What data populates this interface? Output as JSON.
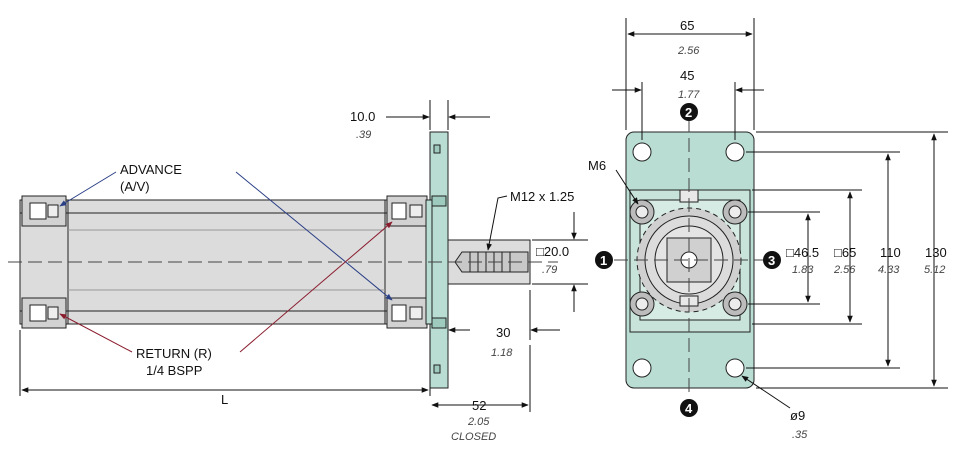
{
  "side_view": {
    "advance_label": "ADVANCE",
    "advance_sub": "(A/V)",
    "return_label": "RETURN (R)",
    "return_sub": "1/4 BSPP",
    "length_label": "L",
    "flange_mm": "10.0",
    "flange_in": ".39",
    "thread_label": "M12 x 1.25",
    "rod_sq_mm": "□20.0",
    "rod_sq_in": ".79",
    "rod_ext_mm": "30",
    "rod_ext_in": "1.18",
    "closed_mm": "52",
    "closed_in": "2.05",
    "closed_label": "CLOSED"
  },
  "front_view": {
    "width_mm": "65",
    "width_in": "2.56",
    "holes_mm": "45",
    "holes_in": "1.77",
    "screw_label": "M6",
    "bolt_sq_mm": "□46.5",
    "bolt_sq_in": "1.83",
    "body_sq_mm": "□65",
    "body_sq_in": "2.56",
    "hole_pitch_mm": "110",
    "hole_pitch_in": "4.33",
    "height_mm": "130",
    "height_in": "5.12",
    "hole_dia_mm": "ø9",
    "hole_dia_in": ".35",
    "port_1": "1",
    "port_2": "2",
    "port_3": "3",
    "port_4": "4"
  },
  "colors": {
    "flange": "#b9ddd3",
    "body": "#dcdcdc",
    "advance_arrow": "#2a3f86",
    "return_arrow": "#8a1c2e"
  }
}
